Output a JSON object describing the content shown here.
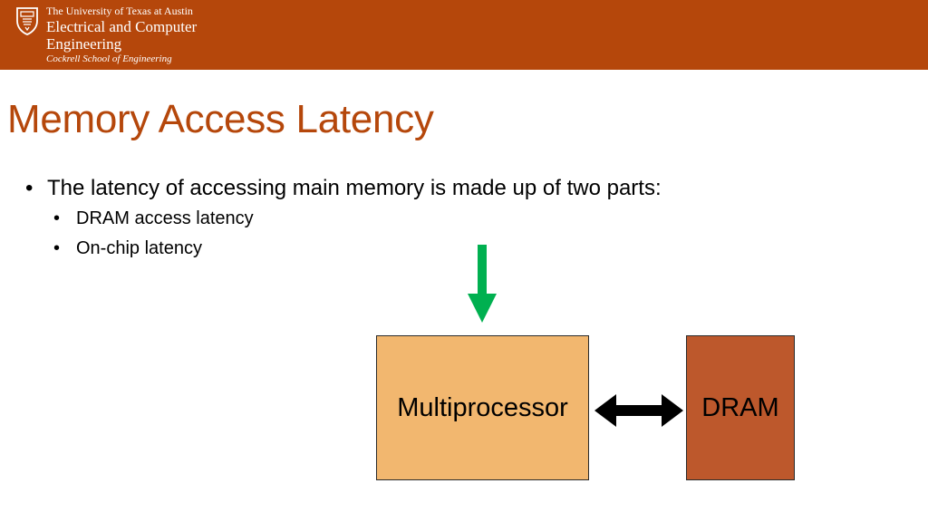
{
  "header": {
    "org_line1": "The University of Texas at Austin",
    "org_line2": "Electrical and Computer",
    "org_line3": "Engineering",
    "org_line4": "Cockrell School of Engineering",
    "logo_icon": "ut-shield-icon",
    "brand_color": "#b5470b"
  },
  "slide": {
    "title": "Memory Access Latency",
    "bullet_main": "The latency of accessing main memory is made up of two parts:",
    "sub_bullets": [
      "DRAM access latency",
      "On-chip latency"
    ]
  },
  "diagram": {
    "processor_label": "Multiprocessor",
    "dram_label": "DRAM",
    "processor_color": "#f2b76f",
    "dram_color": "#bd582c",
    "down_arrow_color": "#00b050",
    "down_arrow_icon": "arrow-down-icon",
    "link_arrow_icon": "double-arrow-icon"
  }
}
